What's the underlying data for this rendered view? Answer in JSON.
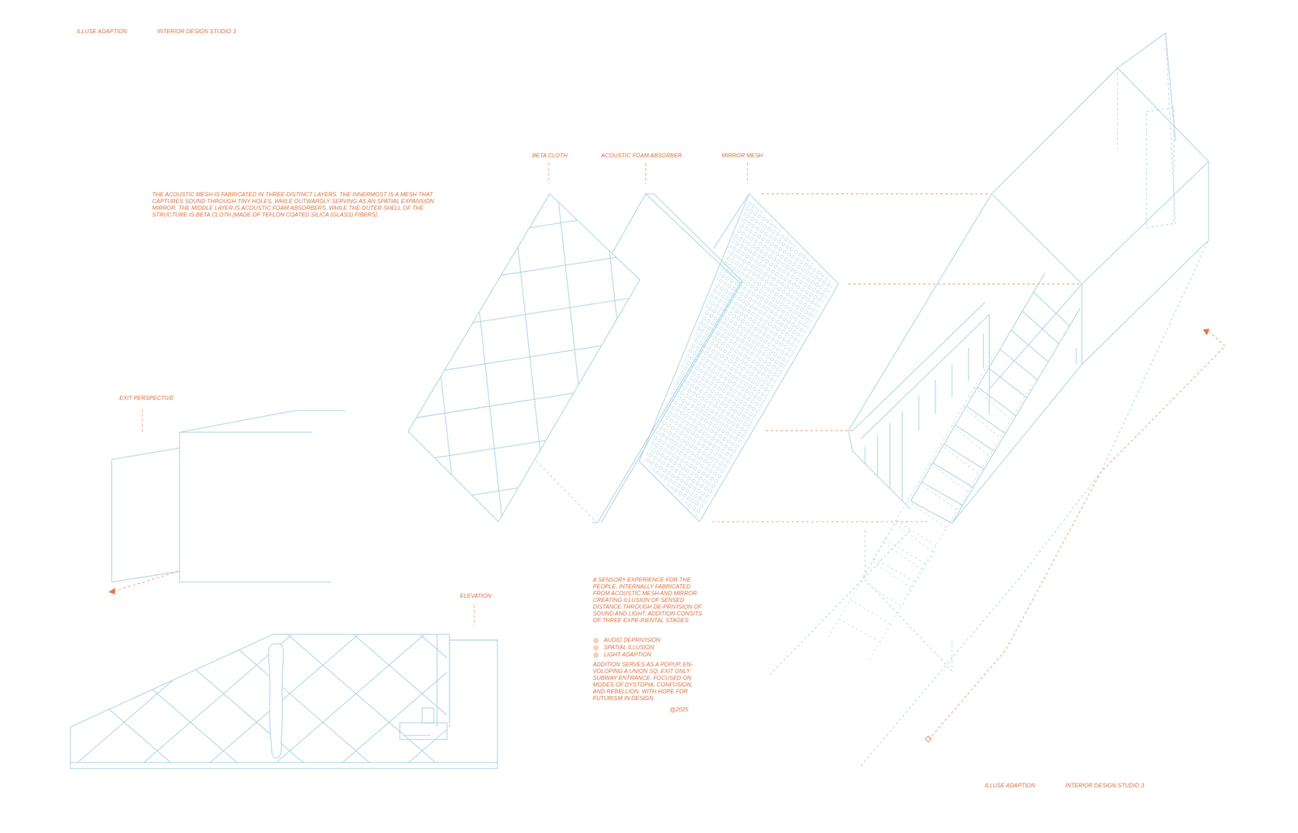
{
  "diagram": {
    "labels": [
      "ILLUSE ADAPTION",
      "INTERIOR DESIGN STUDIO 3",
      "THE ACOUSTIC MESH IS FABRICATED IN THREE DISTINCT LAYERS. THE INNERMOST IS A MESH THAT CAPTURES SOUND THROUGH TINY HOLES, WHILE OUTWARDLY SERVING AS AN SPATIAL EXPANSION MIRROR. THE MIDDLE LAYER IS ACOUSTIC FOAM ABSORBERS, WHILE THE OUTER SHELL OF THE STRUCTURE IS BETA CLOTH [MADE OF TEFLON COATED SILICA (GLASS) FIBERS].",
      "BETA CLOTH",
      "ACOUSTIC FOAM ABSORBER",
      "MIRROR MESH",
      "EXIT PERSPECTIVE",
      "ELEVATION",
      "A SENSORY EXPERIENCE FOR THE PEOPLE. INTERNALLY FABRICATED FROM ACOUSTIC MESH AND MIRROR. CREATING ILLUSION OF SENSED DISTANCE THROUGH DE-PRIVISION OF SOUND AND LIGHT. ADDITION CONSITS OF THREE EXPE-RIENTAL STAGES:",
      "AUDIO DEPRIVISION",
      "SPATIAL ILLUSION",
      "LIGHT ADAPTION",
      "ADDITION SERVES AS A POPUP, EN-VOLOPING A UNION SQ. EXIT ONLY SUBWAY ENTRANCE. FOCUSED ON MODES OF DYSTOPIA, CONFUSION, AND REBELLION. WITH HOPE FOR FUTURISM IN DESIGN.",
      "@2025",
      "ILLUSE ADAPTION",
      "INTERIOR DESIGN STUDIO 3"
    ]
  }
}
